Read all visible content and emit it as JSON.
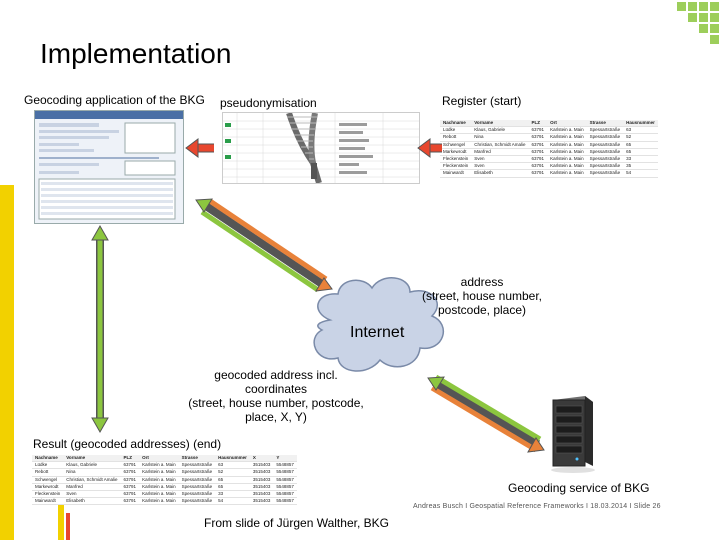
{
  "slide": {
    "title": "Implementation",
    "labels": {
      "geocoding_app": "Geocoding application of the BKG",
      "pseudonymisation": "pseudonymisation",
      "register_start": "Register (start)",
      "address_line1": "address",
      "address_line2": "(street, house number,",
      "address_line3": "postcode, place)",
      "internet": "Internet",
      "geocoded_line1": "geocoded address incl.",
      "geocoded_line2": "coordinates",
      "geocoded_line3": "(street, house number, postcode,",
      "geocoded_line4": "place, X, Y)",
      "result_end": "Result (geocoded addresses) (end)",
      "geocoding_service": "Geocoding service of BKG"
    },
    "footer": {
      "credit": "Andreas Busch  I  Geospatial Reference Frameworks  I  18.03.2014  I  Slide 26",
      "source": "From slide of Jürgen Walther, BKG"
    },
    "colors": {
      "arrow_orange": "#e8823a",
      "arrow_green": "#8cc63f",
      "arrow_red": "#e8472e",
      "arrow_outline": "#555555",
      "cloud_fill": "#c9d3e6",
      "accent_yellow": "#f2d100",
      "accent_green": "#8cc63f"
    },
    "register_table": {
      "headers": [
        "Nachname",
        "Vorname",
        "PLZ",
        "Ort",
        "Strasse",
        "Hausnummer"
      ],
      "rows": [
        [
          "Lüdke",
          "Klaus, Gabriele",
          "63791",
          "Karlstein a. Main",
          "Spessartstraße",
          "63"
        ],
        [
          "Rebott",
          "Nina",
          "63791",
          "Karlstein a. Main",
          "Spessartstraße",
          "52"
        ],
        [
          "Schwengel",
          "Christian, Schmidt Amalie",
          "63791",
          "Karlstein a. Main",
          "Spessartstraße",
          "65"
        ],
        [
          "Markewrodt",
          "Manfred",
          "63791",
          "Karlstein a. Main",
          "Spessartstraße",
          "65"
        ],
        [
          "Fleckenstein",
          "Sven",
          "63791",
          "Karlstein a. Main",
          "Spessartstraße",
          "33"
        ],
        [
          "Fleckenstein",
          "Sven",
          "63791",
          "Karlstein a. Main",
          "Spessartstraße",
          "35"
        ],
        [
          "Mainwardt",
          "Elisabeth",
          "63791",
          "Karlstein a. Main",
          "Spessartstraße",
          "54"
        ]
      ]
    },
    "result_table": {
      "headers": [
        "Nachname",
        "Vorname",
        "PLZ",
        "Ort",
        "Strasse",
        "Hausnummer",
        "X",
        "Y"
      ],
      "rows": [
        [
          "Lüdke",
          "Klaus, Gabriele",
          "63791",
          "Karlstein a. Main",
          "Spessartstraße",
          "63",
          "3515403",
          "5548857"
        ],
        [
          "Rebott",
          "Nina",
          "63791",
          "Karlstein a. Main",
          "Spessartstraße",
          "52",
          "3515403",
          "5548857"
        ],
        [
          "Schwengel",
          "Christian, Schmidt Amalie",
          "63791",
          "Karlstein a. Main",
          "Spessartstraße",
          "65",
          "3515403",
          "5548857"
        ],
        [
          "Markewrodt",
          "Manfred",
          "63791",
          "Karlstein a. Main",
          "Spessartstraße",
          "65",
          "3515403",
          "5548857"
        ],
        [
          "Fleckenstein",
          "Sven",
          "63791",
          "Karlstein a. Main",
          "Spessartstraße",
          "33",
          "3515403",
          "5548857"
        ],
        [
          "Mainwardt",
          "Elisabeth",
          "63791",
          "Karlstein a. Main",
          "Spessartstraße",
          "54",
          "3515403",
          "5548857"
        ]
      ]
    }
  }
}
